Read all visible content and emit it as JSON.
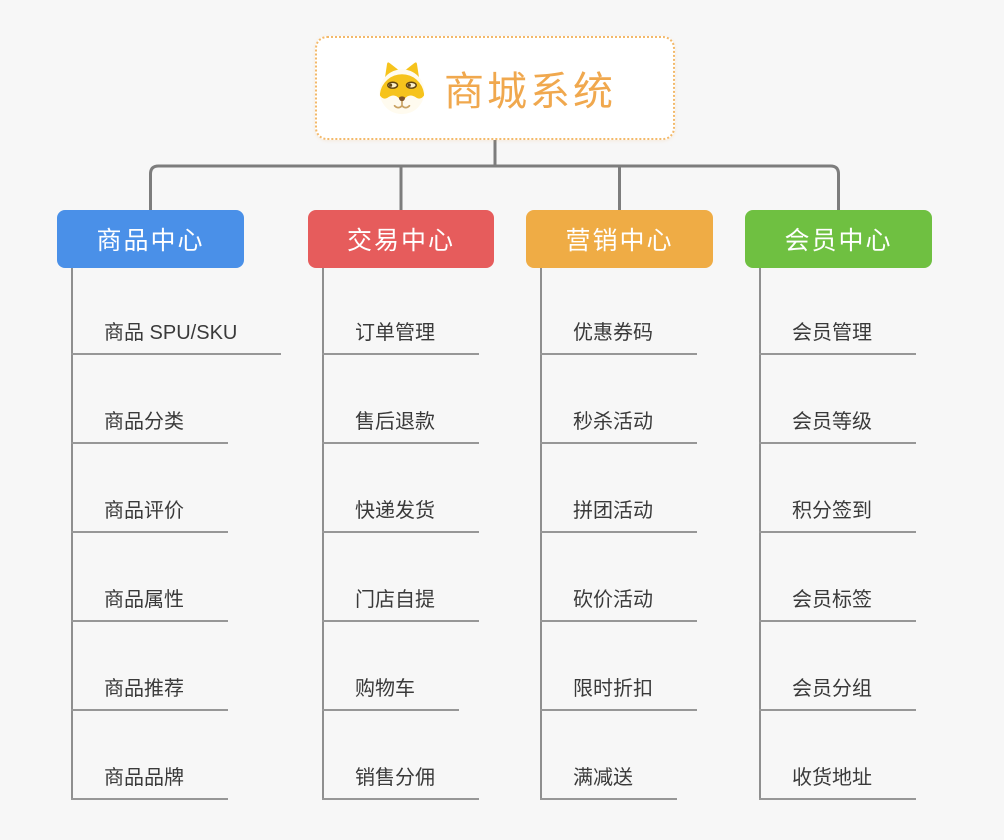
{
  "page": {
    "background": "#f7f7f7"
  },
  "root": {
    "title": "商城系统",
    "icon": "doge-icon",
    "accent_color": "#f0a84e",
    "border_color": "#f3b96a"
  },
  "branches": [
    {
      "label": "商品中心",
      "color": "#4a90e8",
      "items": [
        "商品 SPU/SKU",
        "商品分类",
        "商品评价",
        "商品属性",
        "商品推荐",
        "商品品牌"
      ]
    },
    {
      "label": "交易中心",
      "color": "#e65c5c",
      "items": [
        "订单管理",
        "售后退款",
        "快递发货",
        "门店自提",
        "购物车",
        "销售分佣"
      ]
    },
    {
      "label": "营销中心",
      "color": "#efac45",
      "items": [
        "优惠券码",
        "秒杀活动",
        "拼团活动",
        "砍价活动",
        "限时折扣",
        "满减送"
      ]
    },
    {
      "label": "会员中心",
      "color": "#6fc041",
      "items": [
        "会员管理",
        "会员等级",
        "积分签到",
        "会员标签",
        "会员分组",
        "收货地址"
      ]
    }
  ],
  "connector_color": "#7d7d7d"
}
